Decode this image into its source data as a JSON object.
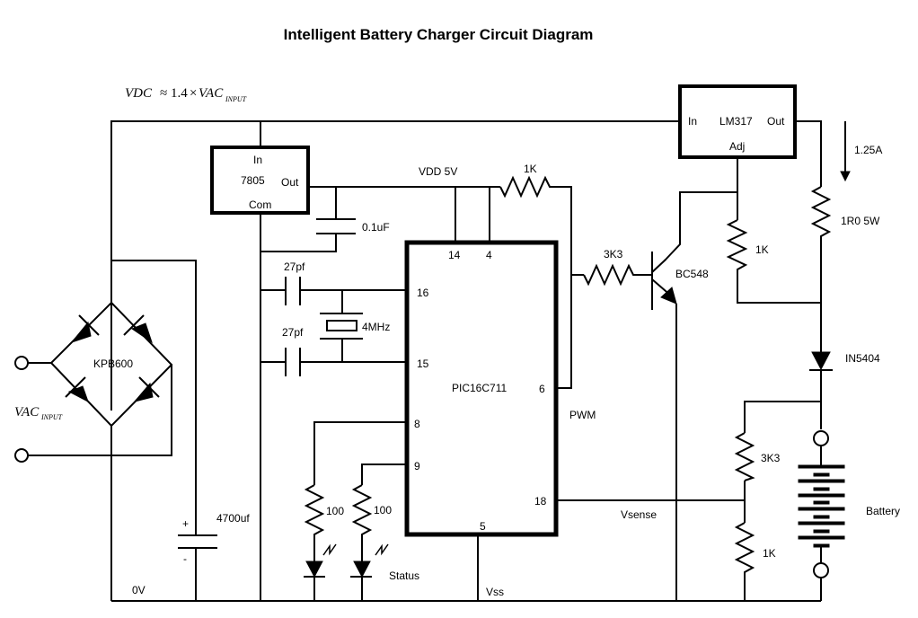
{
  "title": "Intelligent Battery Charger Circuit Diagram",
  "equation": {
    "lhs": "VDC",
    "approx": "≈",
    "factor": "1.4",
    "times": "×",
    "rhs": "VAC",
    "rhs_sub": "INPUT"
  },
  "input_label": {
    "main": "VAC",
    "sub": "INPUT"
  },
  "components": {
    "bridge": {
      "label": "KPB600"
    },
    "bulk_cap": {
      "label": "4700uf",
      "plus": "+",
      "minus": "-"
    },
    "regulator_7805": {
      "in": "In",
      "part": "7805",
      "out": "Out",
      "com": "Com"
    },
    "decoupling_cap": {
      "label": "0.1uF"
    },
    "xtal_cap_top": {
      "label": "27pf"
    },
    "xtal_cap_bottom": {
      "label": "27pf"
    },
    "crystal": {
      "label": "4MHz"
    },
    "mcu": {
      "part": "PIC16C711",
      "pins": {
        "p14": "14",
        "p4": "4",
        "p16": "16",
        "p15": "15",
        "p8": "8",
        "p9": "9",
        "p6": "6",
        "p18": "18",
        "p5": "5"
      }
    },
    "pullup_resistor": {
      "label": "1K"
    },
    "base_resistor": {
      "label": "3K3"
    },
    "transistor": {
      "label": "BC548"
    },
    "regulator_lm317": {
      "in": "In",
      "part": "LM317",
      "out": "Out",
      "adj": "Adj"
    },
    "adj_resistor": {
      "label": "1K"
    },
    "sense_resistor": {
      "label": "1R0 5W"
    },
    "current": {
      "label": "1.25A"
    },
    "diode": {
      "label": "IN5404"
    },
    "divider_top": {
      "label": "3K3"
    },
    "divider_bottom": {
      "label": "1K"
    },
    "battery": {
      "label": "Battery"
    },
    "led_resistor_1": {
      "label": "100"
    },
    "led_resistor_2": {
      "label": "100"
    },
    "status": {
      "label": "Status"
    }
  },
  "nets": {
    "vdd": "VDD 5V",
    "pwm": "PWM",
    "vsense": "Vsense",
    "vss": "Vss",
    "ground": "0V"
  }
}
